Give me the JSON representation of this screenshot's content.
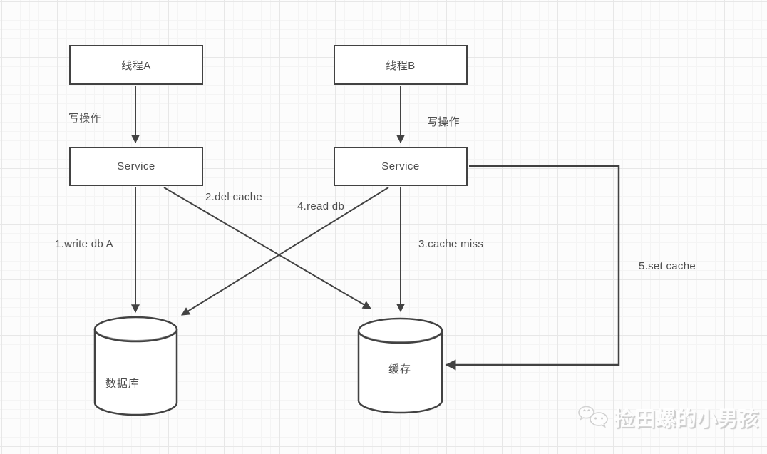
{
  "canvas": {
    "background": "#fcfcfc",
    "grid_minor_color": "#f4f4f4",
    "grid_major_color": "#e7e7e7",
    "stroke_color": "#424242",
    "text_color": "#4d4d4d"
  },
  "nodes": {
    "thread_a": {
      "label": "线程A"
    },
    "thread_b": {
      "label": "线程B"
    },
    "service_a": {
      "label": "Service"
    },
    "service_b": {
      "label": "Service"
    },
    "database": {
      "label": "数据库"
    },
    "cache": {
      "label": "缓存"
    }
  },
  "edges": {
    "write_op_a": {
      "label": "写操作"
    },
    "write_op_b": {
      "label": "写操作"
    },
    "step1": {
      "label": "1.write db A"
    },
    "step2": {
      "label": "2.del cache"
    },
    "step3": {
      "label": "3.cache miss"
    },
    "step4": {
      "label": "4.read db"
    },
    "step5": {
      "label": "5.set cache"
    }
  },
  "watermark": {
    "text": "捡田螺的小男孩",
    "icon": "wechat-chat-bubbles-icon"
  }
}
